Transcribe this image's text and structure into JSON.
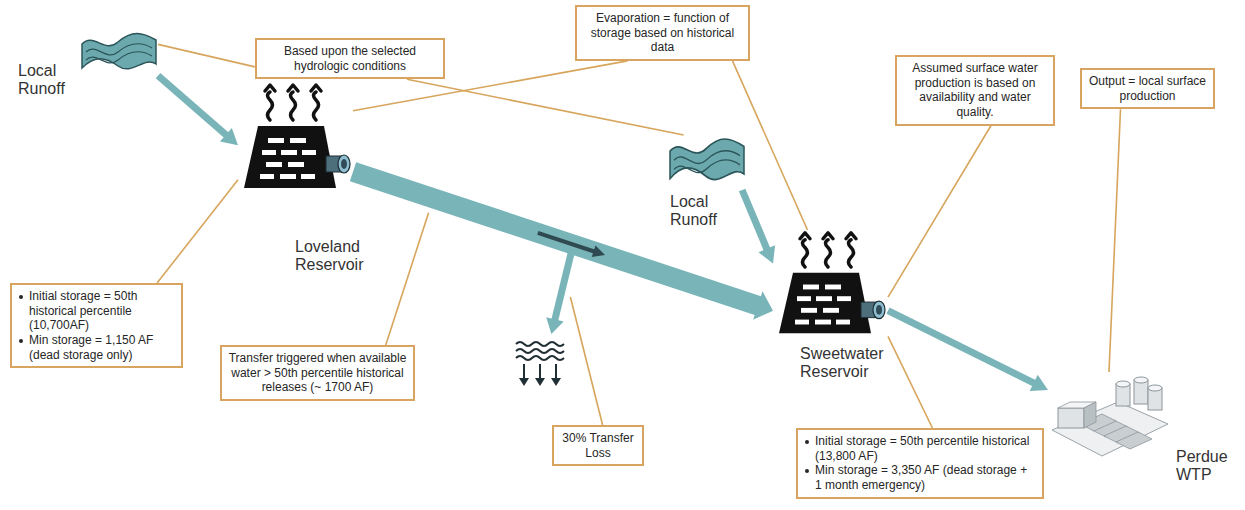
{
  "diagram": {
    "nodes": [
      {
        "text": [
          "Based upon the selected hydrologic conditions"
        ]
      },
      {
        "text": [
          "Evaporation = function of storage based on historical data"
        ]
      },
      {
        "text": [
          "Assumed surface water production is based on availability and water quality."
        ]
      },
      {
        "text": [
          "Output = local surface production"
        ]
      },
      {
        "text": [
          "Local Runoff"
        ]
      },
      {
        "text": [
          "Loveland Reservoir"
        ]
      },
      {
        "text": [
          "Local Runoff"
        ]
      },
      {
        "text": [
          "Sweetwater Reservoir"
        ]
      },
      {
        "text": [
          "Perdue WTP"
        ]
      },
      {
        "text": [
          "Initial storage = 50th historical percentile (10,700AF)",
          "Min storage = 1,150 AF (dead storage only)"
        ]
      },
      {
        "text": [
          "Transfer triggered when available water > 50th percentile historical releases (~ 1700 AF)"
        ]
      },
      {
        "text": [
          "30% Transfer Loss"
        ]
      },
      {
        "text": [
          "Initial storage = 50th percentile historical (13,800 AF)",
          "Min storage = 3,350 AF (dead storage + 1 month emergency)"
        ]
      }
    ],
    "edges": [
      {
        "from": 4,
        "to": 5,
        "arrow": "to"
      },
      {
        "from": 5,
        "to": 7,
        "arrow": "to"
      },
      {
        "from": 6,
        "to": 7,
        "arrow": "to"
      },
      {
        "from": 7,
        "to": 8,
        "arrow": "to"
      },
      {
        "from": 0,
        "to": 4,
        "arrow": "none"
      },
      {
        "from": 0,
        "to": 6,
        "arrow": "none"
      },
      {
        "from": 1,
        "to": 5,
        "arrow": "none"
      },
      {
        "from": 1,
        "to": 7,
        "arrow": "none"
      },
      {
        "from": 9,
        "to": 5,
        "arrow": "none"
      },
      {
        "from": 2,
        "to": 7,
        "arrow": "none"
      },
      {
        "from": 3,
        "to": 8,
        "arrow": "none"
      },
      {
        "from": 12,
        "to": 7,
        "arrow": "none"
      }
    ]
  }
}
